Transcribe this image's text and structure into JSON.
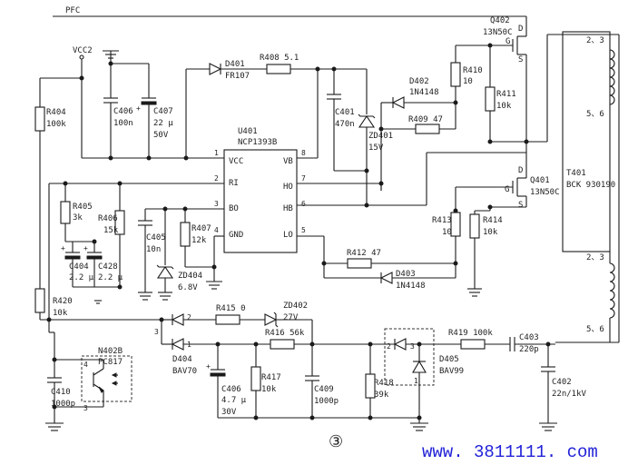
{
  "nets": {
    "pfc": "PFC",
    "vcc2": "VCC2"
  },
  "ic": {
    "ref": "U401",
    "part": "NCP1393B",
    "pins_left": [
      {
        "num": "1",
        "name": "VCC"
      },
      {
        "num": "2",
        "name": "RI"
      },
      {
        "num": "3",
        "name": "BO"
      },
      {
        "num": "4",
        "name": "GND"
      }
    ],
    "pins_right": [
      {
        "num": "8",
        "name": "VB"
      },
      {
        "num": "7",
        "name": "HO"
      },
      {
        "num": "6",
        "name": "HB"
      },
      {
        "num": "5",
        "name": "LO"
      }
    ]
  },
  "components": {
    "r404": [
      "R404",
      "100k"
    ],
    "c406a": [
      "C406",
      "100n"
    ],
    "c407": [
      "C407",
      "22 μ",
      "50V"
    ],
    "d401": [
      "D401",
      "FR107"
    ],
    "r408": [
      "R408 5.1"
    ],
    "c401": [
      "C401",
      "470n"
    ],
    "zd401": [
      "ZD401",
      "15V"
    ],
    "d402": [
      "D402",
      "1N4148"
    ],
    "r409": [
      "R409 47"
    ],
    "r410": [
      "R410",
      "10"
    ],
    "r411": [
      "R411",
      "10k"
    ],
    "q402": [
      "Q402",
      "13N50C"
    ],
    "q401": [
      "Q401",
      "13N50C"
    ],
    "t401": [
      "T401",
      "BCK 930190"
    ],
    "r405": [
      "R405",
      "3k"
    ],
    "r406": [
      "R406",
      "15k"
    ],
    "c405": [
      "C405",
      "10n"
    ],
    "r407": [
      "R407",
      "12k"
    ],
    "zd404": [
      "ZD404",
      "6.8V"
    ],
    "c404": [
      "C404",
      "2.2 μ"
    ],
    "c428": [
      "C428",
      "2.2 μ"
    ],
    "r413": [
      "R413",
      "10"
    ],
    "r414": [
      "R414",
      "10k"
    ],
    "r412": [
      "R412 47"
    ],
    "d403": [
      "D403",
      "1N4148"
    ],
    "r420": [
      "R420",
      "10k"
    ],
    "n402b": [
      "N402B",
      "PC817"
    ],
    "c410": [
      "C410",
      "1000p"
    ],
    "r415": [
      "R415 0"
    ],
    "zd402": [
      "ZD402",
      "27V"
    ],
    "r416": [
      "R416 56k"
    ],
    "d404": [
      "D404",
      "BAV70"
    ],
    "c406b": [
      "C406",
      "4.7 μ",
      "30V"
    ],
    "r417": [
      "R417",
      "10k"
    ],
    "c409": [
      "C409",
      "1000p"
    ],
    "r418": [
      "R418",
      "39k"
    ],
    "d405": [
      "D405",
      "BAV99"
    ],
    "r419": [
      "R419 100k"
    ],
    "c403": [
      "C403",
      "220p"
    ],
    "c402": [
      "C402",
      "22n/1kV"
    ]
  },
  "pin_labels": {
    "t401_top": "2、3",
    "t401_top2": "5、6",
    "t401_bot": "2、3",
    "t401_bot2": "5、6",
    "d404_2": "2",
    "d404_1": "1",
    "d404_3": "3",
    "d405_2": "2",
    "d405_3": "3",
    "d405_1": "1",
    "n402b_4": "4",
    "n402b_3": "3",
    "q_d": "D",
    "q_g": "G",
    "q_s": "S"
  },
  "figure_mark": "③",
  "watermark": "www. 3811111. com"
}
